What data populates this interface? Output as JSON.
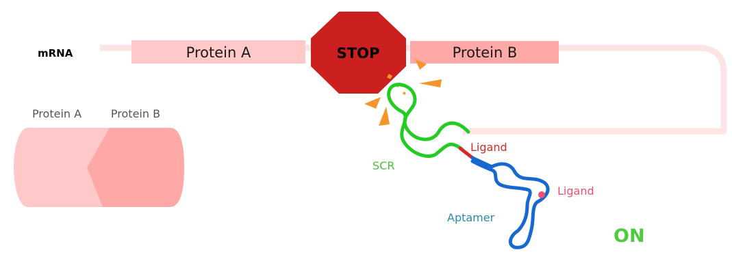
{
  "labels": {
    "mrna": "mRNA",
    "protein_a": "Protein A",
    "protein_b": "Protein B",
    "stop": "STOP",
    "product_protein_a": "Protein A",
    "product_protein_b": "Protein B",
    "scr": "SCR",
    "ligand_scr": "Ligand",
    "ligand_aptamer": "Ligand",
    "aptamer": "Aptamer",
    "state": "ON"
  },
  "colors": {
    "mrna_strand": "#fde4e4",
    "protein_a": "#ffc9c9",
    "protein_b": "#ffa8a8",
    "stop_sign": "#cc1f1f",
    "scr_strand": "#22cc22",
    "aptamer_strand": "#1768d0",
    "ligand_red": "#d42a2a",
    "ligand_pink": "#f0506e",
    "spark": "#f7952c",
    "scr_text": "#4cbf3c",
    "aptamer_text": "#2a8ab0",
    "on_text": "#4ccc3c"
  },
  "icons": {
    "stop": "stop-sign-octagon",
    "product": "fused-protein-cylinder",
    "sparks": "burst-sparks"
  }
}
